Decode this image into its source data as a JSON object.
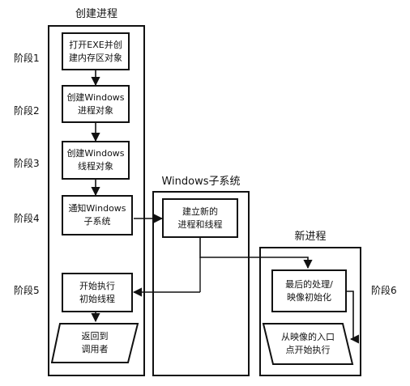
{
  "containers": {
    "create_process": {
      "title": "创建进程"
    },
    "windows_subsystem": {
      "title": "Windows子系统"
    },
    "new_process": {
      "title": "新进程"
    }
  },
  "stages": [
    "阶段1",
    "阶段2",
    "阶段3",
    "阶段4",
    "阶段5",
    "阶段6"
  ],
  "nodes": {
    "open_exe": {
      "lines": [
        "打开EXE并创",
        "建内存区对象"
      ]
    },
    "create_process_obj": {
      "lines": [
        "创建Windows",
        "进程对象"
      ]
    },
    "create_thread_obj": {
      "lines": [
        "创建Windows",
        "线程对象"
      ]
    },
    "notify_subsystem": {
      "lines": [
        "通知Windows",
        "子系统"
      ]
    },
    "start_thread": {
      "lines": [
        "开始执行",
        "初始线程"
      ]
    },
    "return_caller": {
      "lines": [
        "返回到",
        "调用者"
      ]
    },
    "setup_process": {
      "lines": [
        "建立新的",
        "进程和线程"
      ]
    },
    "final_processing": {
      "lines": [
        "最后的处理/",
        "映像初始化"
      ]
    },
    "start_entry": {
      "lines": [
        "从映像的入口",
        "点开始执行"
      ]
    }
  }
}
